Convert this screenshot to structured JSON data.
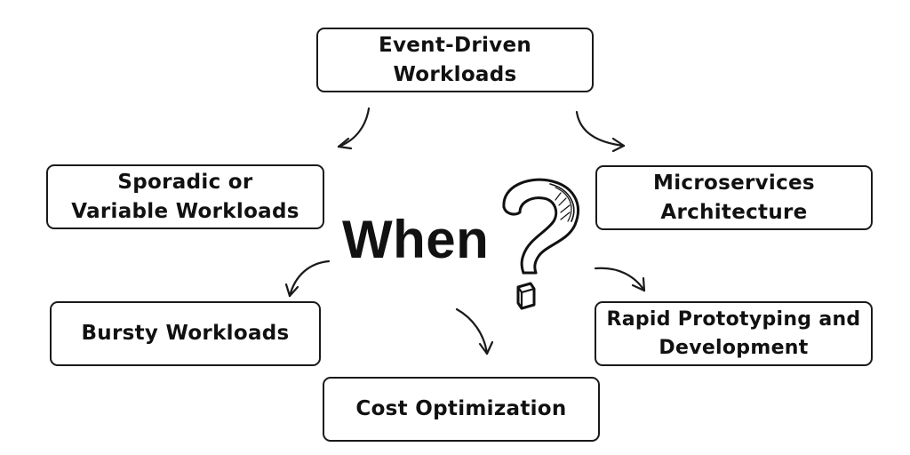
{
  "diagram": {
    "center_label": "When",
    "nodes": {
      "event_driven": "Event-Driven\nWorkloads",
      "sporadic": "Sporadic or\nVariable Workloads",
      "microservices": "Microservices\nArchitecture",
      "bursty": "Bursty Workloads",
      "rapid_prototyping": "Rapid Prototyping and\nDevelopment",
      "cost_optimization": "Cost Optimization"
    },
    "icons": {
      "center_icon": "question-mark-icon"
    },
    "colors": {
      "ink": "#111111",
      "background": "#ffffff"
    }
  }
}
